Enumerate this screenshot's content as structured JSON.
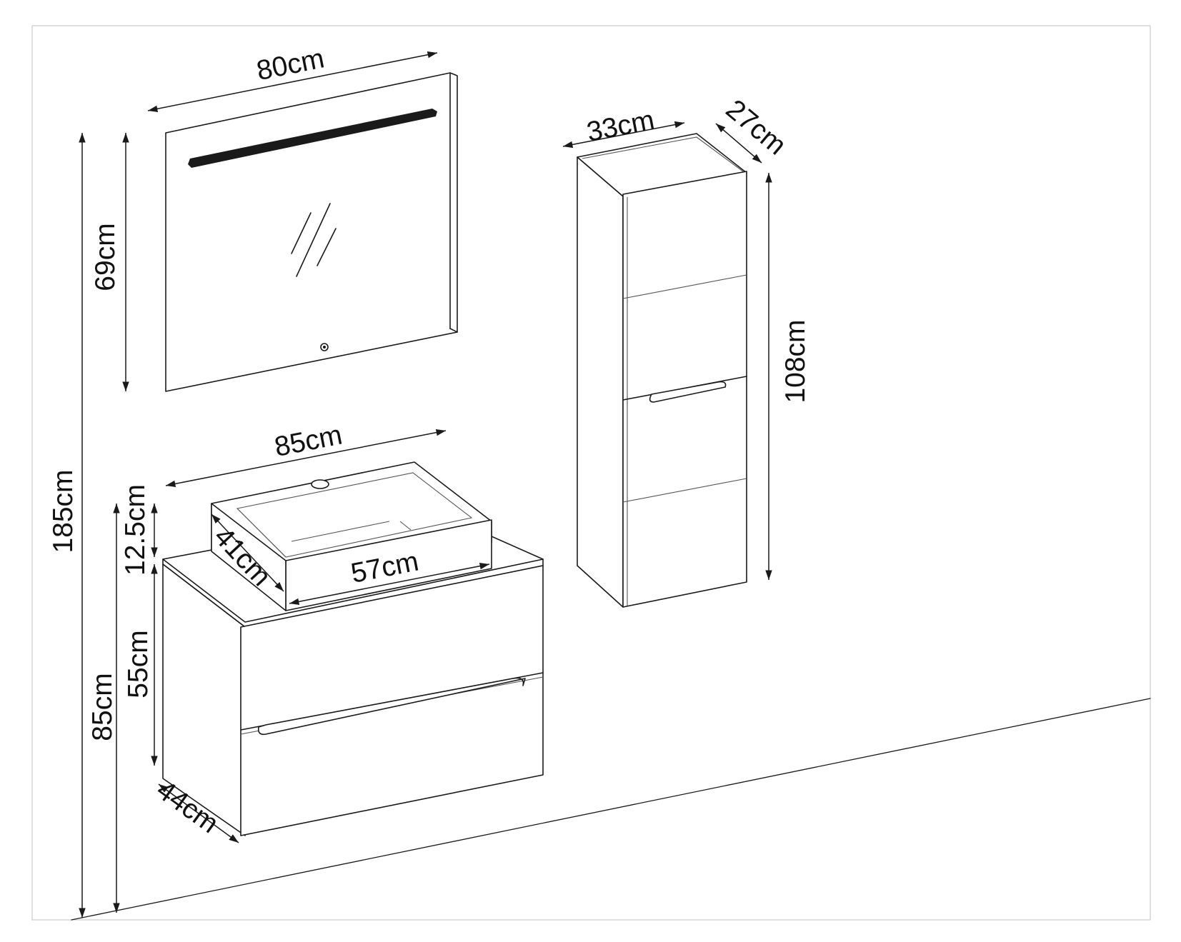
{
  "labels": {
    "mirror_width": "80cm",
    "mirror_height": "69cm",
    "total_height": "185cm",
    "vanity_width": "85cm",
    "vanity_height_total": "85cm",
    "basin_height": "12.5cm",
    "cabinet_height": "55cm",
    "vanity_depth": "44cm",
    "basin_depth": "41cm",
    "basin_width": "57cm",
    "column_width": "33cm",
    "column_depth": "27cm",
    "column_height": "108cm"
  },
  "colors": {
    "line": "#1a1a1a",
    "frame": "#cfcfcf",
    "led_strip": "#1a1a1a",
    "background": "#ffffff"
  }
}
